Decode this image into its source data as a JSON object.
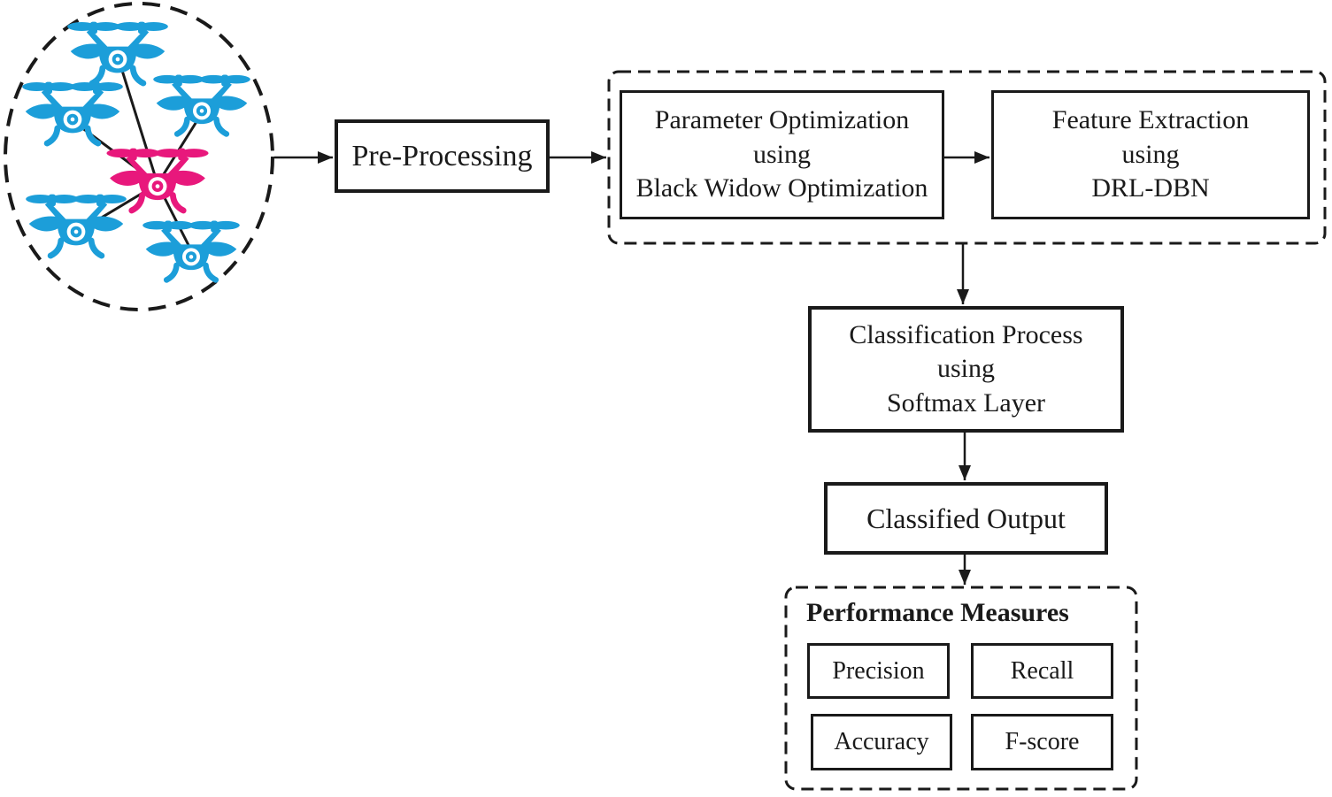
{
  "diagram": {
    "background": "#ffffff",
    "cluster": {
      "hub_color": "#e8187c",
      "node_color": "#1c9ed9",
      "hub_count": 1,
      "node_count": 5
    },
    "nodes": {
      "preprocessing": {
        "label": "Pre-Processing"
      },
      "parameter_optimization": {
        "line1": "Parameter Optimization",
        "line2": "using",
        "line3": "Black Widow Optimization"
      },
      "feature_extraction": {
        "line1": "Feature Extraction",
        "line2": "using",
        "line3": "DRL-DBN"
      },
      "classification": {
        "line1": "Classification Process",
        "line2": "using",
        "line3": "Softmax Layer"
      },
      "classified_output": {
        "label": "Classified Output"
      },
      "performance": {
        "title": "Performance Measures",
        "measures": [
          "Precision",
          "Recall",
          "Accuracy",
          "F-score"
        ]
      }
    }
  }
}
